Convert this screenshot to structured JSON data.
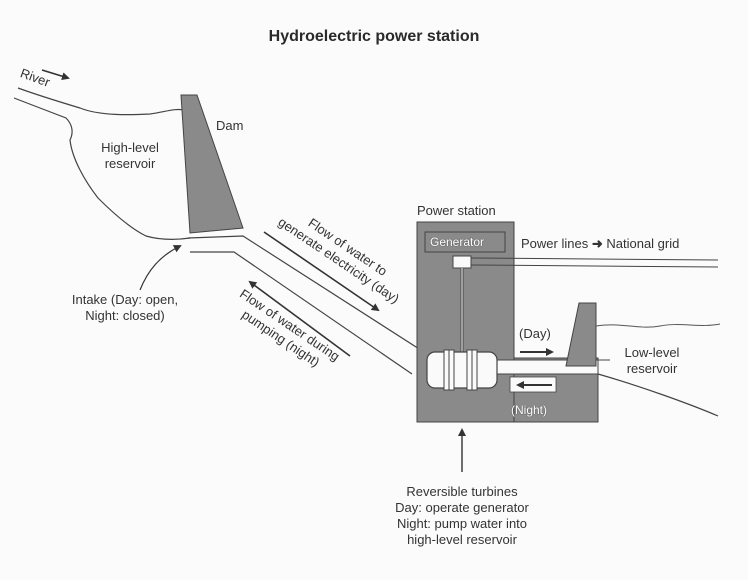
{
  "title": "Hydroelectric power station",
  "labels": {
    "river": "River",
    "dam": "Dam",
    "high_reservoir": [
      "High-level",
      "reservoir"
    ],
    "intake": [
      "Intake (Day: open,",
      "Night: closed)"
    ],
    "flow_day": [
      "Flow of water to",
      "generate electricity (day)"
    ],
    "flow_night": [
      "Flow of water during",
      "pumping (night)"
    ],
    "power_station": "Power station",
    "generator": "Generator",
    "power_lines": "Power lines",
    "national_grid": "National grid",
    "day": "(Day)",
    "night": "(Night)",
    "low_reservoir": [
      "Low-level",
      "reservoir"
    ],
    "turbines": [
      "Reversible turbines",
      "Day: operate generator",
      "Night: pump water into",
      "high-level reservoir"
    ]
  },
  "colors": {
    "fill": "#8a8a8a",
    "stroke": "#444444"
  }
}
